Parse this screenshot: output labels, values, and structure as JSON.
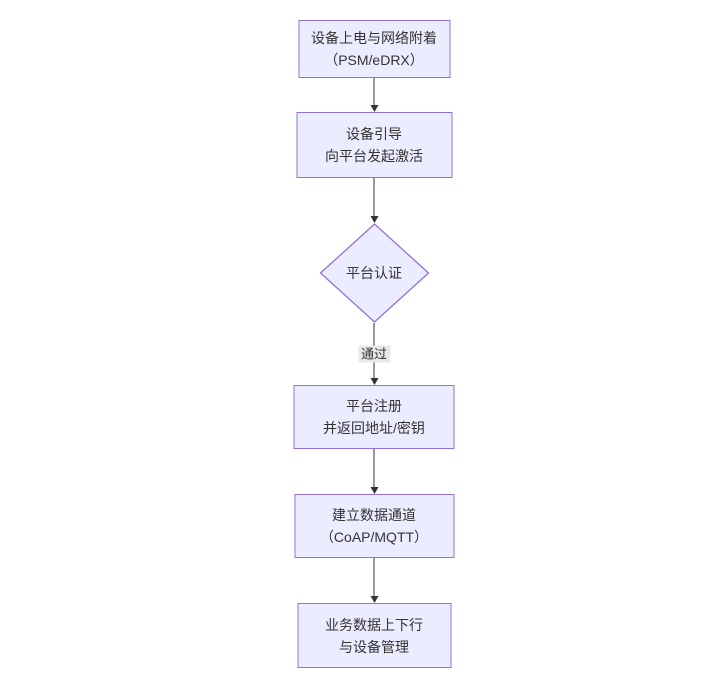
{
  "diagram": {
    "type": "flowchart",
    "direction": "top-down",
    "colors": {
      "background": "#ffffff",
      "node_fill": "#ECECFF",
      "node_border": "#9370DB",
      "edge_line": "#333333",
      "text": "#333333",
      "edge_label_bg": "#e8e8e8"
    },
    "nodes": [
      {
        "id": "n1",
        "shape": "rect",
        "lines": [
          "设备上电与网络附着",
          "（PSM/eDRX）"
        ]
      },
      {
        "id": "n2",
        "shape": "rect",
        "lines": [
          "设备引导",
          "向平台发起激活"
        ]
      },
      {
        "id": "n3",
        "shape": "diamond",
        "lines": [
          "平台认证"
        ]
      },
      {
        "id": "n4",
        "shape": "rect",
        "lines": [
          "平台注册",
          "并返回地址/密钥"
        ]
      },
      {
        "id": "n5",
        "shape": "rect",
        "lines": [
          "建立数据通道",
          "（CoAP/MQTT）"
        ]
      },
      {
        "id": "n6",
        "shape": "rect",
        "lines": [
          "业务数据上下行",
          "与设备管理"
        ]
      }
    ],
    "edges": [
      {
        "from": "n1",
        "to": "n2",
        "label": ""
      },
      {
        "from": "n2",
        "to": "n3",
        "label": ""
      },
      {
        "from": "n3",
        "to": "n4",
        "label": "通过"
      },
      {
        "from": "n4",
        "to": "n5",
        "label": ""
      },
      {
        "from": "n5",
        "to": "n6",
        "label": ""
      }
    ]
  }
}
